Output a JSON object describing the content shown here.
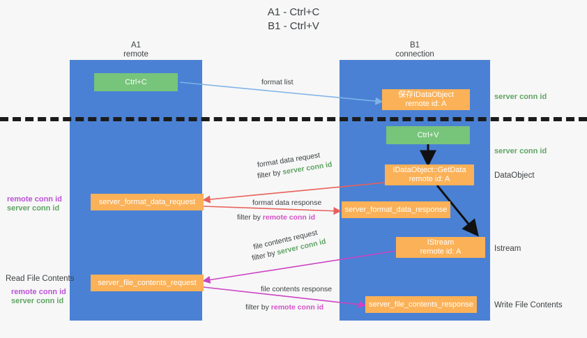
{
  "title": {
    "line1": "A1 - Ctrl+C",
    "line2": "B1 - Ctrl+V"
  },
  "lanes": [
    {
      "name": "A1",
      "sub": "remote"
    },
    {
      "name": "B1",
      "sub": "connection"
    }
  ],
  "nodes": {
    "ctrl_c": "Ctrl+C",
    "ctrl_v": "Ctrl+V",
    "clipboard_dataobject_l1": "保存IDataObject",
    "clipboard_dataobject_l2": "remote id: A",
    "getdata_l1": "IDataObject::GetData",
    "getdata_l2": "remote id: A",
    "istream_l1": "IStream",
    "istream_l2": "remote id: A",
    "server_format_data_request": "server_format_data_request",
    "server_format_data_response": "server_format_data_response",
    "server_file_contents_request": "server_file_contents_request",
    "server_file_contents_response": "server_file_contents_response"
  },
  "right_labels": {
    "server_conn_id_top": "server conn id",
    "server_conn_id_mid": "server conn id",
    "dataobject": "DataObject",
    "istream": "Istream",
    "write_file_contents": "Write File Contents"
  },
  "left_labels": {
    "remote_conn_id_1": "remote conn id",
    "server_conn_id_1": "server conn id",
    "read_file_contents": "Read File Contents",
    "remote_conn_id_2": "remote conn id",
    "server_conn_id_2": "server conn id"
  },
  "flows": {
    "format_list": "format list",
    "format_data_request": "format data request",
    "format_data_request_filter_prefix": "filter by ",
    "format_data_request_filter_key": "server conn id",
    "format_data_response": "format data response",
    "format_data_response_filter_prefix": "filter by ",
    "format_data_response_filter_key": "remote conn id",
    "file_contents_request": "file contents request",
    "file_contents_request_filter_prefix": "filter by ",
    "file_contents_request_filter_key": "server conn id",
    "file_contents_response": "file contents response",
    "file_contents_response_filter_prefix": "filter by ",
    "file_contents_response_filter_key": "remote conn id"
  },
  "colors": {
    "lane": "#4a81d4",
    "green_node": "#77c47b",
    "orange_node": "#fbb157",
    "server_conn": "#5fa463",
    "remote_conn": "#bb52d6",
    "arrow_blue": "#7fb3e8",
    "arrow_red": "#e8605a",
    "arrow_magenta": "#cc44c4",
    "arrow_black": "#111111",
    "background": "#f7f7f7"
  }
}
